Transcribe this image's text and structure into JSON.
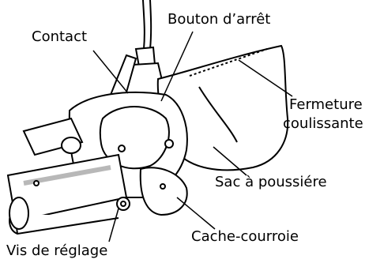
{
  "callouts": {
    "contact": "Contact",
    "bouton_arret": "Bouton d’arrêt",
    "fermeture_line1": "Fermeture",
    "fermeture_line2": "coulissante",
    "sac": "Sac à poussiére",
    "cache": "Cache-courroie",
    "vis": "Vis de réglage"
  },
  "colors": {
    "stroke": "#000000",
    "fill": "#ffffff",
    "shade": "#b8b8b8"
  }
}
